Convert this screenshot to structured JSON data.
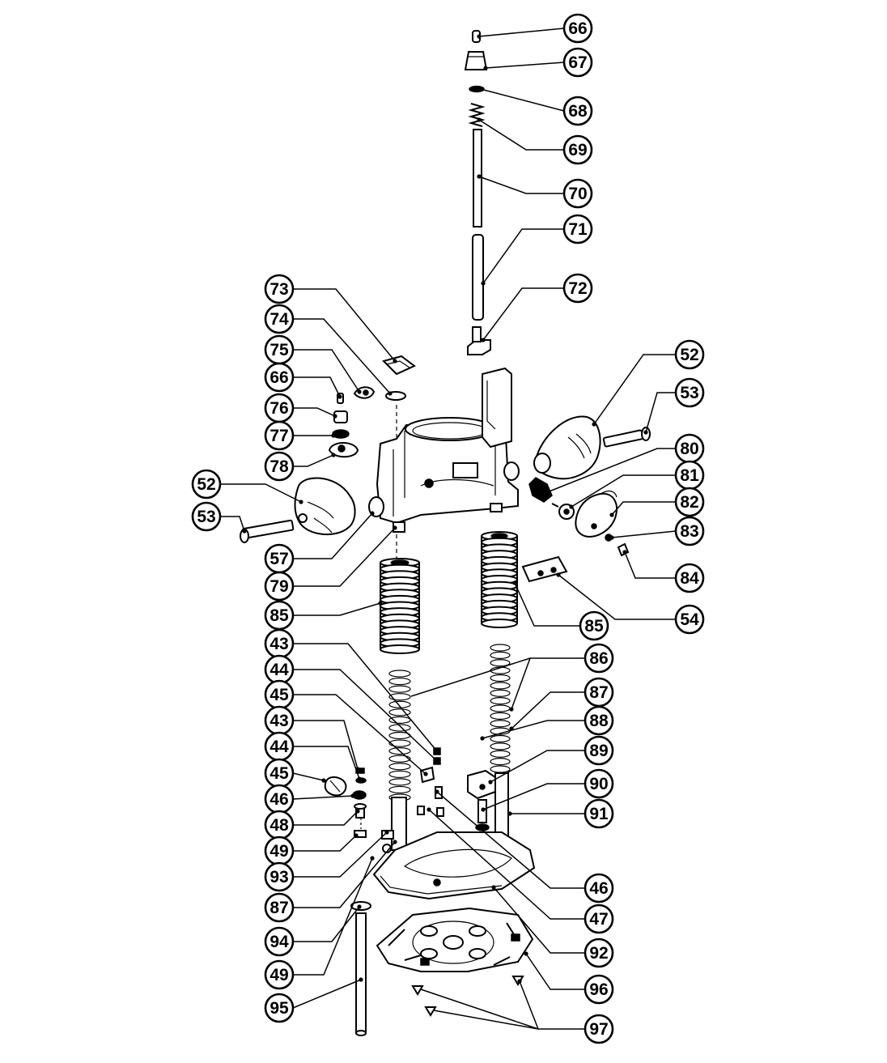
{
  "diagram": {
    "type": "exploded-parts-view",
    "callouts": [
      {
        "id": "c66a",
        "label": "66"
      },
      {
        "id": "c67",
        "label": "67"
      },
      {
        "id": "c68",
        "label": "68"
      },
      {
        "id": "c69",
        "label": "69"
      },
      {
        "id": "c70",
        "label": "70"
      },
      {
        "id": "c71",
        "label": "71"
      },
      {
        "id": "c72",
        "label": "72"
      },
      {
        "id": "c73",
        "label": "73"
      },
      {
        "id": "c74",
        "label": "74"
      },
      {
        "id": "c75",
        "label": "75"
      },
      {
        "id": "c66b",
        "label": "66"
      },
      {
        "id": "c76",
        "label": "76"
      },
      {
        "id": "c77",
        "label": "77"
      },
      {
        "id": "c78",
        "label": "78"
      },
      {
        "id": "c52a",
        "label": "52"
      },
      {
        "id": "c53a",
        "label": "53"
      },
      {
        "id": "c52b",
        "label": "52"
      },
      {
        "id": "c53b",
        "label": "53"
      },
      {
        "id": "c80",
        "label": "80"
      },
      {
        "id": "c81",
        "label": "81"
      },
      {
        "id": "c82",
        "label": "82"
      },
      {
        "id": "c83",
        "label": "83"
      },
      {
        "id": "c84",
        "label": "84"
      },
      {
        "id": "c54",
        "label": "54"
      },
      {
        "id": "c57",
        "label": "57"
      },
      {
        "id": "c79",
        "label": "79"
      },
      {
        "id": "c85a",
        "label": "85"
      },
      {
        "id": "c85b",
        "label": "85"
      },
      {
        "id": "c43a",
        "label": "43"
      },
      {
        "id": "c44a",
        "label": "44"
      },
      {
        "id": "c45a",
        "label": "45"
      },
      {
        "id": "c43b",
        "label": "43"
      },
      {
        "id": "c44b",
        "label": "44"
      },
      {
        "id": "c45b",
        "label": "45"
      },
      {
        "id": "c46a",
        "label": "46"
      },
      {
        "id": "c48",
        "label": "48"
      },
      {
        "id": "c49a",
        "label": "49"
      },
      {
        "id": "c93",
        "label": "93"
      },
      {
        "id": "c87a",
        "label": "87"
      },
      {
        "id": "c94",
        "label": "94"
      },
      {
        "id": "c49b",
        "label": "49"
      },
      {
        "id": "c95",
        "label": "95"
      },
      {
        "id": "c86",
        "label": "86"
      },
      {
        "id": "c87b",
        "label": "87"
      },
      {
        "id": "c88",
        "label": "88"
      },
      {
        "id": "c89",
        "label": "89"
      },
      {
        "id": "c90",
        "label": "90"
      },
      {
        "id": "c91",
        "label": "91"
      },
      {
        "id": "c46b",
        "label": "46"
      },
      {
        "id": "c47",
        "label": "47"
      },
      {
        "id": "c92",
        "label": "92"
      },
      {
        "id": "c96",
        "label": "96"
      },
      {
        "id": "c97",
        "label": "97"
      }
    ]
  },
  "colors": {
    "ink": "#000000",
    "paper": "#ffffff"
  }
}
